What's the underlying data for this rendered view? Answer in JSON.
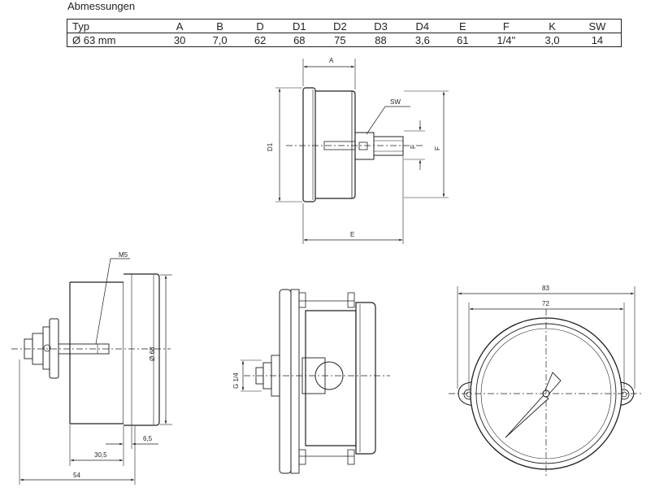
{
  "title": "Abmessungen",
  "table": {
    "headers": [
      "Typ",
      "A",
      "B",
      "D",
      "D1",
      "D2",
      "D3",
      "D4",
      "E",
      "F",
      "K",
      "SW"
    ],
    "row": [
      "Ø 63 mm",
      "30",
      "7,0",
      "62",
      "68",
      "75",
      "88",
      "3,6",
      "61",
      "1/4\"",
      "3,0",
      "14"
    ]
  },
  "labels": {
    "a": "A",
    "sw": "SW",
    "d1": "D1",
    "f_small": "F",
    "f_large": "F",
    "e": "E",
    "m5": "M5",
    "d68": "Ø 68",
    "dim_30_5": "30,5",
    "dim_6_5": "6,5",
    "dim_54": "54",
    "g14": "G 1/4",
    "dim_83": "83",
    "dim_72": "72"
  }
}
